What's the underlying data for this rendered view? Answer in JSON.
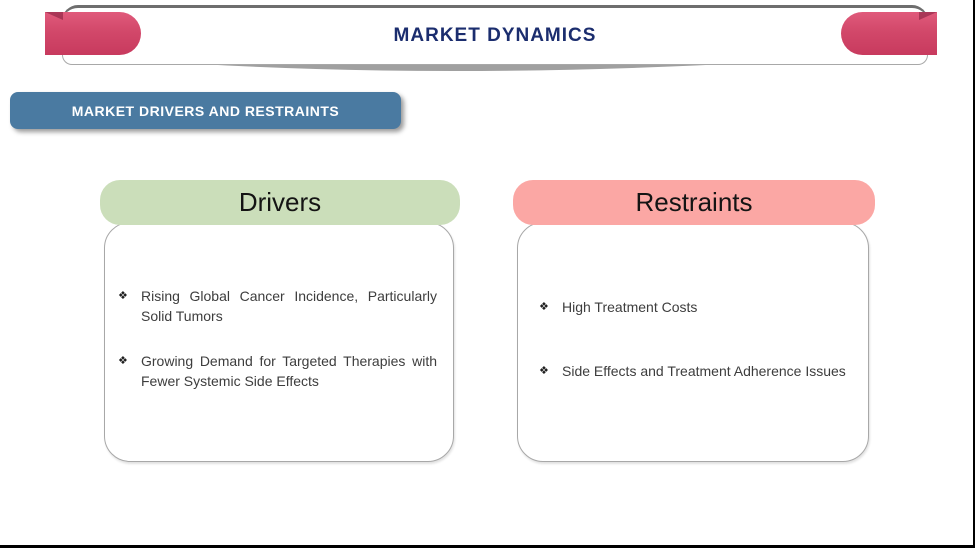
{
  "slide": {
    "title": "MARKET DYNAMICS",
    "section_label": "MARKET DRIVERS AND RESTRAINTS",
    "bullet_glyph": "❖",
    "columns": [
      {
        "id": "drivers",
        "header": "Drivers",
        "header_bg": "#cbdeba",
        "items": [
          "Rising  Global  Cancer  Incidence,  Particularly Solid Tumors",
          "Growing  Demand  for  Targeted  Therapies with Fewer Systemic Side Effects"
        ]
      },
      {
        "id": "restraints",
        "header": "Restraints",
        "header_bg": "#fba7a4",
        "items": [
          "High Treatment Costs",
          "Side Effects and Treatment Adherence Issues"
        ]
      }
    ],
    "colors": {
      "title_text": "#1b2d6e",
      "ribbon_pink": "#d2486a",
      "section_tab_bg": "#4a7aa1",
      "section_tab_text": "#ffffff",
      "body_text": "#3d3d3d"
    }
  }
}
